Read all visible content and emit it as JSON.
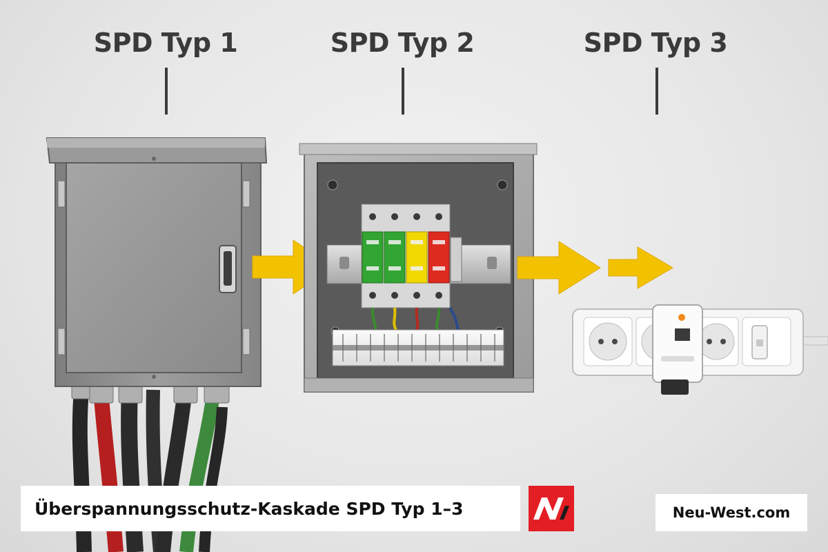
{
  "labels": {
    "type1": "SPD Typ 1",
    "type2": "SPD Typ 2",
    "type3": "SPD Typ 3"
  },
  "caption": "Überspannungsschutz-Kaskade SPD Typ 1–3",
  "website": "Neu-West.com",
  "logo": {
    "icon": "nw-logo-icon",
    "letters": "NW"
  },
  "colors": {
    "arrow": "#f2c200",
    "module_green": "#33a532",
    "module_yellow": "#f0d800",
    "module_red": "#de2b20",
    "logo_bg": "#e31e24"
  }
}
